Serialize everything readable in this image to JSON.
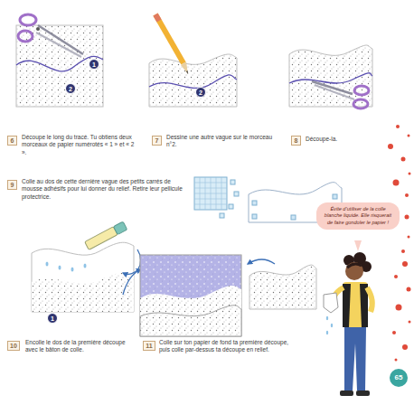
{
  "diagram": {
    "nodes": [
      {
        "text": [
          "6"
        ]
      },
      {
        "text": [
          "1"
        ]
      },
      {
        "text": [
          "2"
        ]
      },
      {
        "text": [
          "7"
        ]
      },
      {
        "text": [
          "2"
        ]
      },
      {
        "text": [
          "8"
        ]
      },
      {
        "text": [
          "9"
        ]
      },
      {
        "text": [
          "Évite d’utiliser de la colle blanche liquide. Elle risquerait de faire gondoler le papier !"
        ]
      },
      {
        "text": [
          "10"
        ]
      },
      {
        "text": [
          "1"
        ]
      },
      {
        "text": [
          "11"
        ]
      },
      {
        "text": [
          "65"
        ]
      }
    ],
    "labels": [
      "Découpe le long du tracé. Tu obtiens deux morceaux de papier numérotés « 1 » et « 2 ».",
      "Dessine une autre vague sur le morceau n°2.",
      "Découpe-la.",
      "Colle au dos de cette dernière vague des petits carrés de mousse adhésifs pour lui donner du relief. Retire leur pellicule protectrice.",
      "Encolle le dos de la première découpe avec le bâton de colle.",
      "Colle sur ton papier de fond ta première découpe, puis colle par-dessus ta découpe en relief."
    ]
  }
}
